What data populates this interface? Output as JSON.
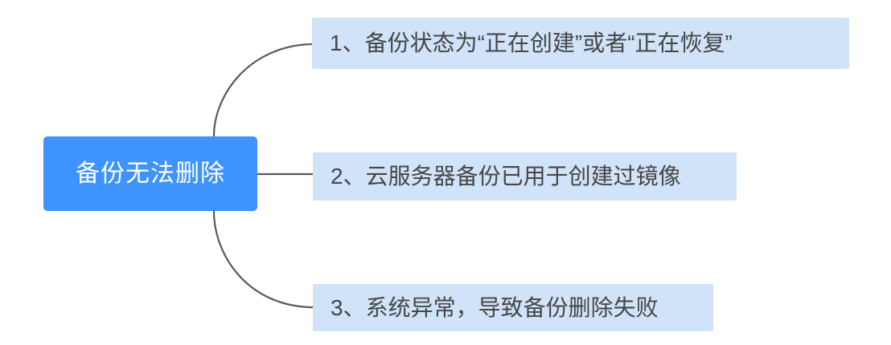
{
  "diagram": {
    "type": "mind-map",
    "title": "备份无法删除",
    "orientation": "left-to-right",
    "colors": {
      "root_fill": "#3e94fc",
      "root_text": "#ffffff",
      "branch_fill": "#d0e3f8",
      "branch_text": "#464646",
      "connector": "#5a5a5a",
      "background": "#ffffff"
    },
    "root": {
      "label": "备份无法删除"
    },
    "branches": [
      {
        "index": "1",
        "label": "1、备份状态为“正在创建”或者“正在恢复”"
      },
      {
        "index": "2",
        "label": "2、云服务器备份已用于创建过镜像"
      },
      {
        "index": "3",
        "label": "3、系统异常，导致备份删除失败"
      }
    ]
  }
}
